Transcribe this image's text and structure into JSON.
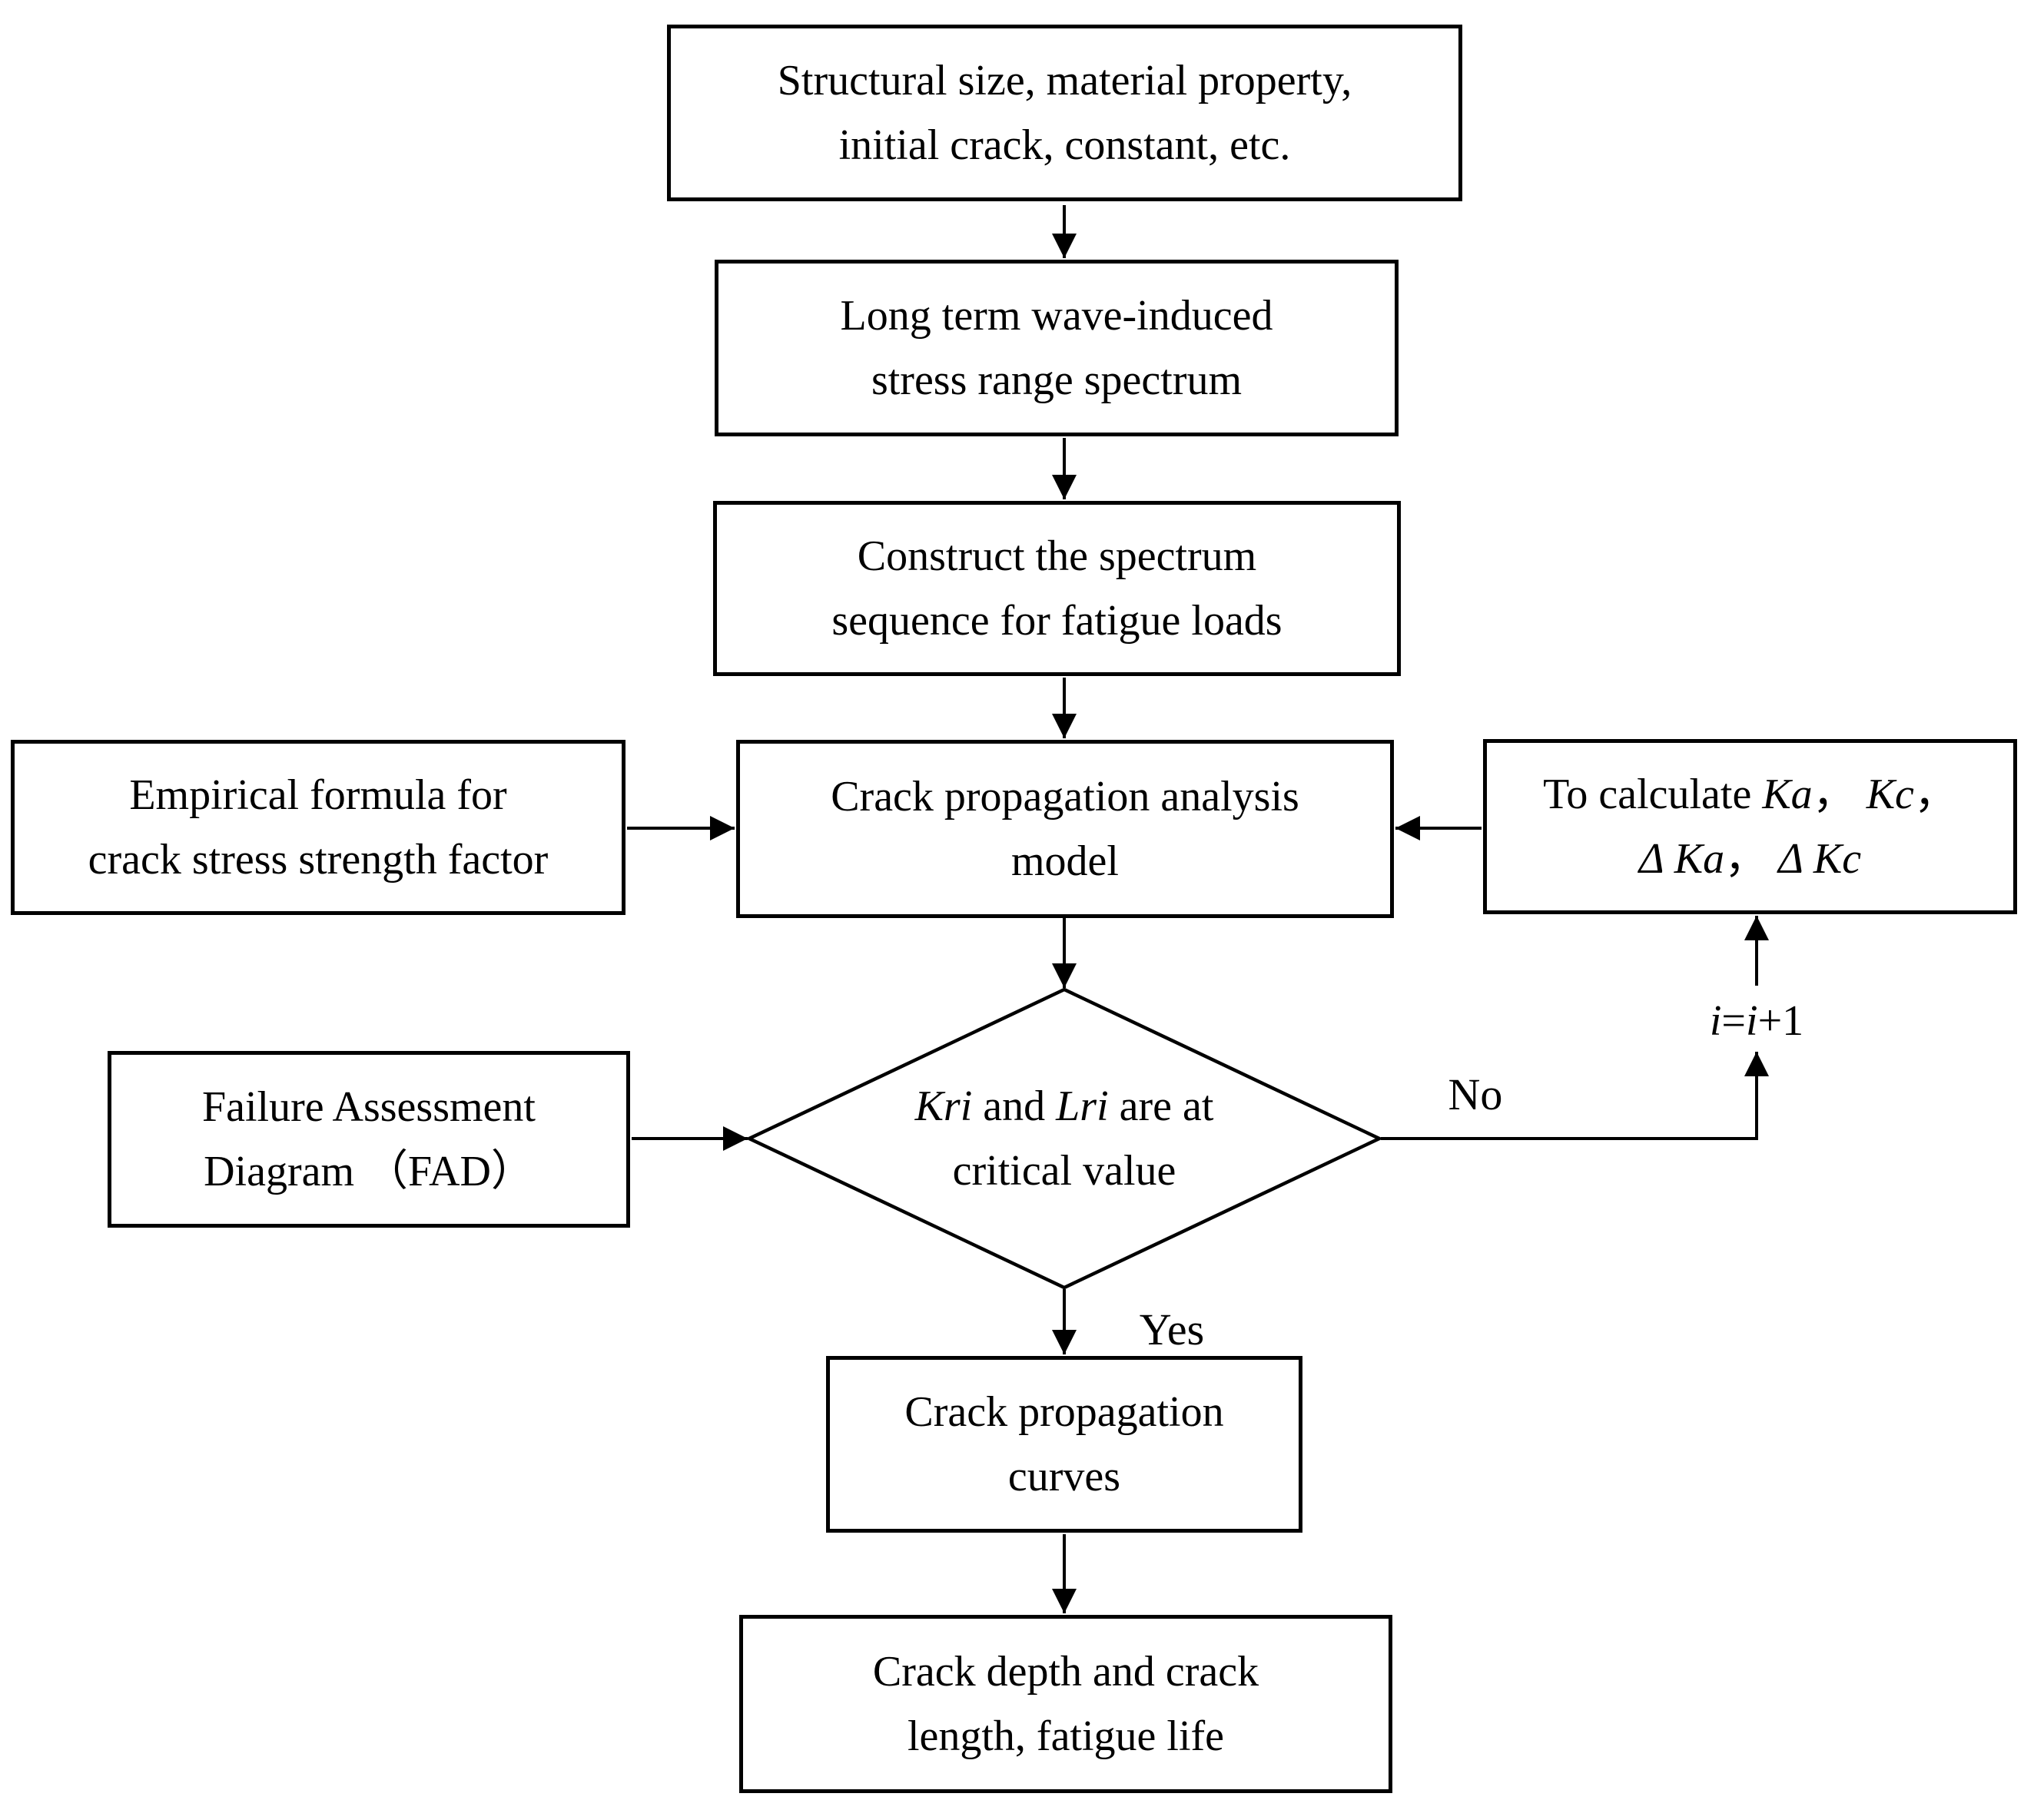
{
  "diagram": {
    "colors": {
      "stroke": "#000000",
      "background": "#ffffff"
    },
    "nodes": {
      "input": {
        "lines": [
          "Structural size, material property,",
          "initial crack, constant, etc."
        ]
      },
      "spectrum": {
        "lines": [
          "Long term wave-induced",
          "stress range spectrum"
        ]
      },
      "construct": {
        "lines": [
          "Construct the spectrum",
          "sequence for fatigue loads"
        ]
      },
      "model": {
        "lines": [
          "Crack propagation analysis",
          "model"
        ]
      },
      "empirical": {
        "lines": [
          "Empirical formula for",
          "crack stress strength factor"
        ]
      },
      "calculate": {
        "line1_segments": [
          {
            "t": "To calculate ",
            "i": false
          },
          {
            "t": "Ka",
            "i": true
          },
          {
            "t": "， ",
            "i": false
          },
          {
            "t": "Kc",
            "i": true
          },
          {
            "t": "，",
            "i": false
          }
        ],
        "line2_segments": [
          {
            "t": "Δ Ka",
            "i": true
          },
          {
            "t": "， ",
            "i": false
          },
          {
            "t": "Δ Kc",
            "i": true
          }
        ]
      },
      "fad": {
        "lines": [
          "Failure Assessment",
          "Diagram （FAD）"
        ]
      },
      "decision": {
        "line1_segments": [
          {
            "t": "Kri",
            "i": true
          },
          {
            "t": " and ",
            "i": false
          },
          {
            "t": "Lri",
            "i": true
          },
          {
            "t": " are at",
            "i": false
          }
        ],
        "line2_segments": [
          {
            "t": "critical value",
            "i": false
          }
        ]
      },
      "curves": {
        "lines": [
          "Crack propagation",
          "curves"
        ]
      },
      "output": {
        "lines": [
          "Crack depth and crack",
          "length, fatigue life"
        ]
      }
    },
    "labels": {
      "yes": "Yes",
      "no": "No",
      "increment_segments": [
        {
          "t": "i",
          "i": true
        },
        {
          "t": "=",
          "i": false
        },
        {
          "t": "i",
          "i": true
        },
        {
          "t": "+1",
          "i": false
        }
      ]
    }
  }
}
